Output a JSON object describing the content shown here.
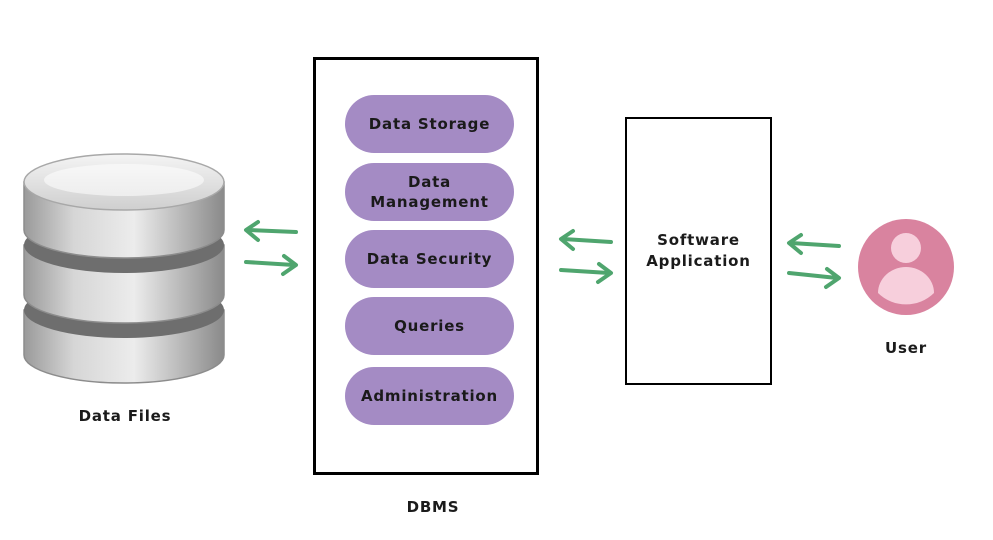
{
  "data_files": {
    "label": "Data Files"
  },
  "dbms": {
    "label": "DBMS",
    "components": [
      {
        "label": "Data Storage"
      },
      {
        "label": "Data\nManagement"
      },
      {
        "label": "Data Security"
      },
      {
        "label": "Queries"
      },
      {
        "label": "Administration"
      }
    ]
  },
  "software_application": {
    "label": "Software\nApplication"
  },
  "user": {
    "label": "User"
  },
  "colors": {
    "component_fill": "#a48bc4",
    "arrow": "#4fa56e",
    "user_circle": "#d9839f",
    "user_figure": "#f7cfdc",
    "database": "#c8c8c8"
  },
  "icons": {
    "database": "database-icon",
    "user": "user-icon",
    "arrow": "bidirectional-arrow-icon"
  }
}
